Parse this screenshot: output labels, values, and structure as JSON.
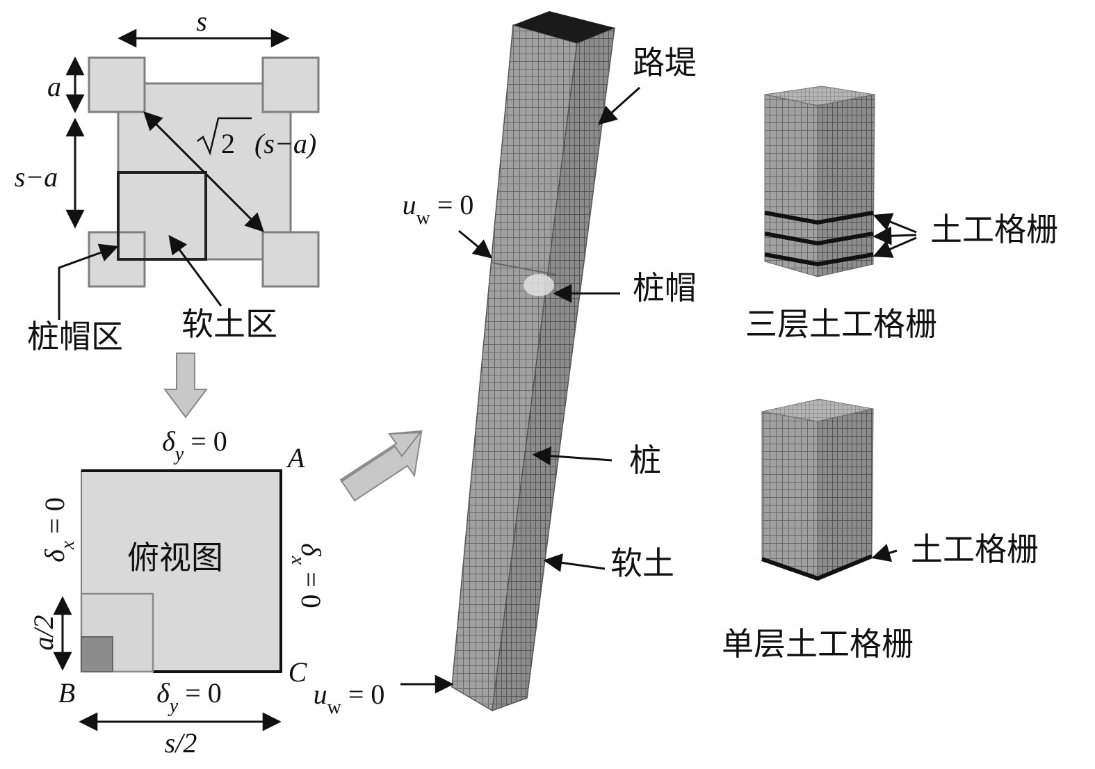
{
  "plan": {
    "dim_s": "s",
    "dim_a": "a",
    "dim_s_minus_a": "s−a",
    "diagonal": {
      "sqrt": "2",
      "rest": "(s−a)"
    },
    "pile_cap_zone": "桩帽区",
    "soft_soil_zone": "软土区"
  },
  "top_view": {
    "title": "俯视图",
    "corner_A": "A",
    "corner_B": "B",
    "corner_C": "C",
    "bc_top": {
      "sym": "δ",
      "sub": "y",
      "rest": " = 0"
    },
    "bc_bottom": {
      "sym": "δ",
      "sub": "y",
      "rest": " = 0"
    },
    "bc_left": {
      "sym": "δ",
      "sub": "x",
      "rest": " = 0"
    },
    "bc_right": {
      "sym": "δ",
      "sub": "x",
      "rest": " = 0"
    },
    "dim_a_half": "a/2",
    "dim_s_half": "s/2"
  },
  "model": {
    "uw_top": {
      "sym": "u",
      "sub": "w",
      "rest": " = 0"
    },
    "uw_bottom": {
      "sym": "u",
      "sub": "w",
      "rest": " = 0"
    },
    "embankment": "路堤",
    "pile_cap": "桩帽",
    "pile": "桩",
    "soft_soil": "软土"
  },
  "variants": {
    "geogrid_label_3": "土工格栅",
    "three_layer": "三层土工格栅",
    "geogrid_label_1": "土工格栅",
    "single_layer": "单层土工格栅"
  },
  "colors": {
    "region_fill": "#d9d9d9",
    "outline": "#7f7f7f",
    "ink": "#111111",
    "arrow_fill": "#c8c8c8",
    "mesh_front": "#9a9a9a",
    "mesh_side": "#858585",
    "top_face": "#1a1a1a"
  }
}
